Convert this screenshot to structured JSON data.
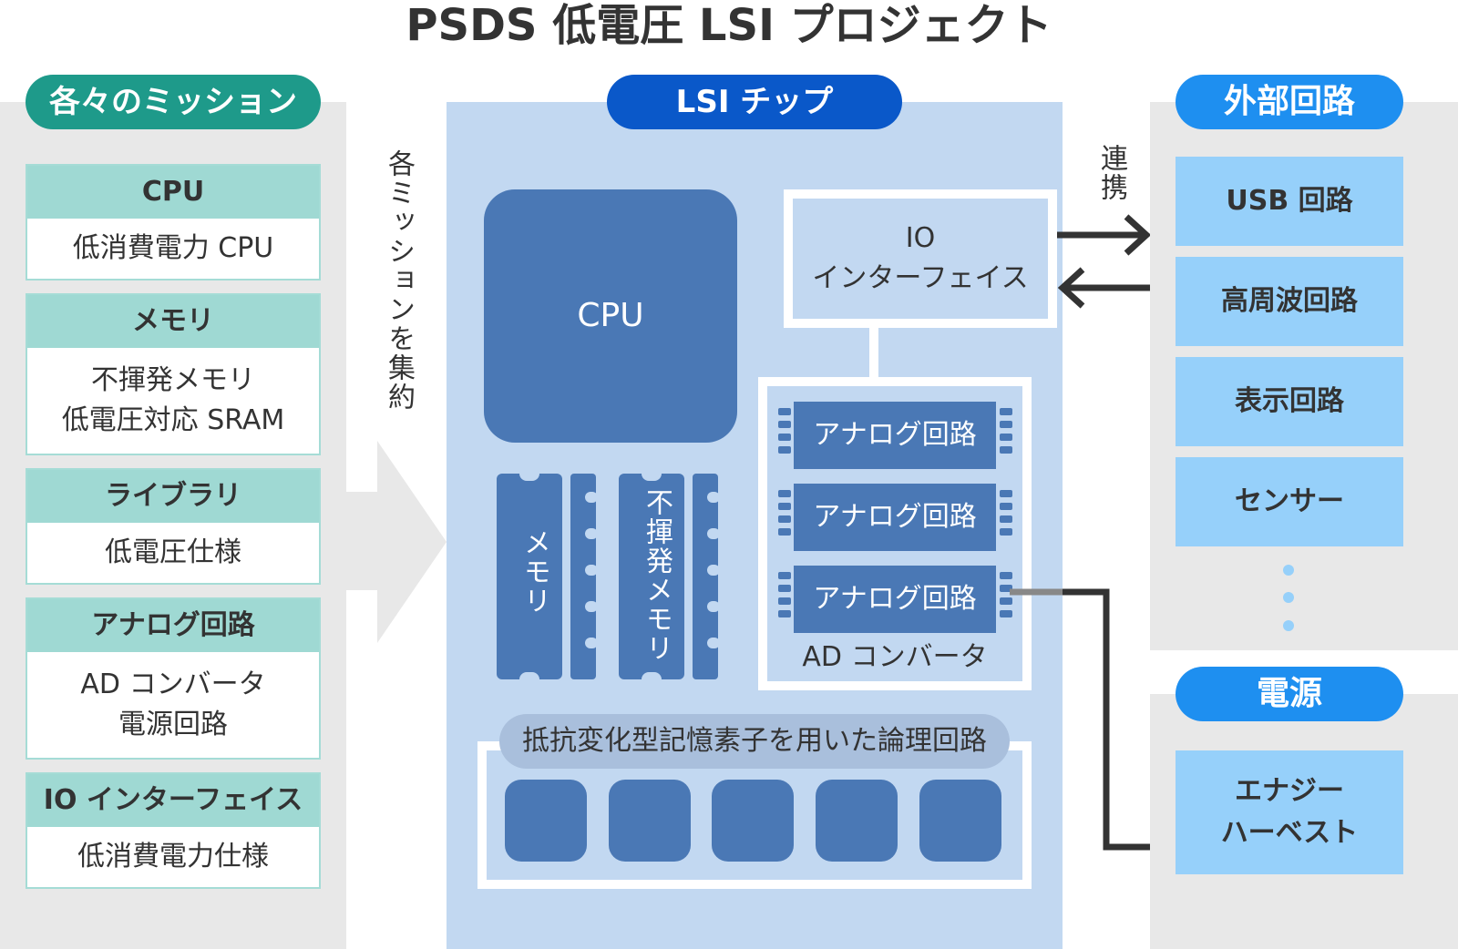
{
  "title": "PSDS 低電圧 LSI プロジェクト",
  "missions": {
    "header": "各々のミッション",
    "items": [
      {
        "title": "CPU",
        "body": "低消費電力 CPU"
      },
      {
        "title": "メモリ",
        "body": "不揮発メモリ\n低電圧対応 SRAM"
      },
      {
        "title": "ライブラリ",
        "body": "低電圧仕様"
      },
      {
        "title": "アナログ回路",
        "body": "AD コンバータ\n電源回路"
      },
      {
        "title": "IO インターフェイス",
        "body": "低消費電力仕様"
      }
    ]
  },
  "arrow_label": "各ミッションを集約",
  "chip": {
    "header": "LSI チップ",
    "cpu": "CPU",
    "io_line1": "IO",
    "io_line2": "インターフェイス",
    "memory": "メモリ",
    "nvmemory": "不揮発メモリ",
    "analog": [
      "アナログ回路",
      "アナログ回路",
      "アナログ回路"
    ],
    "adc": "AD コンバータ",
    "logic": "抵抗変化型記憶素子を用いた論理回路"
  },
  "link_label": "連携",
  "external": {
    "header": "外部回路",
    "items": [
      "USB 回路",
      "高周波回路",
      "表示回路",
      "センサー"
    ]
  },
  "power": {
    "header": "電源",
    "item": "エナジー\nハーベスト"
  },
  "colors": {
    "teal": "#1e9a8a",
    "teal_light": "#9fd9d3",
    "chip_blue": "#0a58c9",
    "block_blue": "#4a78b5",
    "chip_bg": "#c2d8f1",
    "sky": "#1e8ff0",
    "sky_light": "#96d0fa"
  }
}
